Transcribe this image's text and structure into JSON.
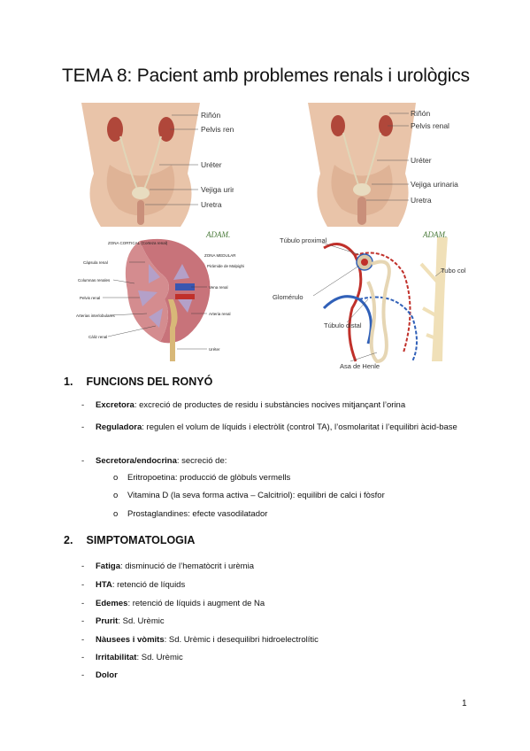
{
  "title": "TEMA 8: Pacient amb problemes renals i urològics",
  "figures": {
    "anatomy_labels": [
      "Riñón",
      "Pelvis renal",
      "Uréter",
      "Vejiga urinaria",
      "Uretra"
    ],
    "kidney_labels": [
      "ZONA CORTICAL (Corteza renal)",
      "ZONA MEDULAR",
      "Cápsula renal",
      "Pirámide de Malpighi",
      "Columnas renales",
      "Vena renal",
      "Pelvis renal",
      "Arteria renal",
      "Arterias interlobulares",
      "Cáliz renal",
      "Uréter"
    ],
    "nephron_labels": [
      "Túbulo proximal",
      "Glomérulo",
      "Túbulo distal",
      "Asa de Henle",
      "Tubo colector"
    ],
    "adam_logo": "ADAM."
  },
  "sections": [
    {
      "number": "1.",
      "heading": "FUNCIONS DEL RONYÓ",
      "items": [
        {
          "dash": "-",
          "term": "Excretora",
          "text": ": excreció de productes de residu i substàncies nocives mitjançant l’orina"
        },
        {
          "dash": "-",
          "term": "Reguladora",
          "text": ": regulen el volum de líquids i electròlit (control TA), l’osmolaritat i l’equilibri àcid-base"
        },
        {
          "dash": "-",
          "term": "Secretora/endocrina",
          "text": ": secreció de:"
        }
      ],
      "subitems": [
        {
          "bullet": "o",
          "text": "Eritropoetina: producció de glòbuls vermells"
        },
        {
          "bullet": "o",
          "text": "Vitamina D (la seva forma activa – Calcitriol): equilibri de calci i fòsfor"
        },
        {
          "bullet": "o",
          "text": "Prostaglandines: efecte vasodilatador"
        }
      ]
    },
    {
      "number": "2.",
      "heading": "SIMPTOMATOLOGIA",
      "items": [
        {
          "dash": "-",
          "term": "Fatiga",
          "text": ": disminució de l’hematòcrit i urèmia"
        },
        {
          "dash": "-",
          "term": "HTA",
          "text": ": retenció de líquids"
        },
        {
          "dash": "-",
          "term": "Edemes",
          "text": ": retenció de líquids i augment de Na"
        },
        {
          "dash": "-",
          "term": "Prurit",
          "text": ": Sd. Urèmic"
        },
        {
          "dash": "-",
          "term": "Nàusees i vòmits",
          "text": ": Sd. Urèmic i desequilibri hidroelectrolític"
        },
        {
          "dash": "-",
          "term": "Irritabilitat",
          "text": ": Sd. Urèmic"
        },
        {
          "dash": "-",
          "term": "Dolor",
          "text": ""
        }
      ]
    }
  ],
  "page_number": "1"
}
